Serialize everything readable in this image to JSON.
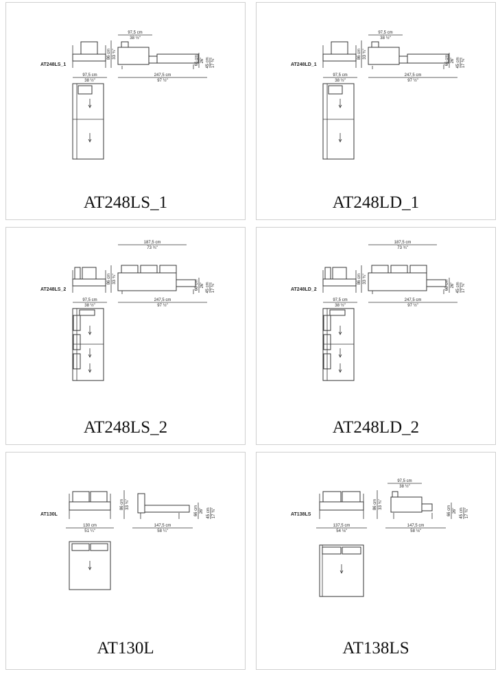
{
  "cards": [
    {
      "title": "AT248LS_1",
      "code": "AT248LS_1",
      "variant": "chaise1",
      "mirror": false,
      "dims": {
        "front_w_cm": "97,5 cm",
        "front_w_in": "38 ½\"",
        "front_h_cm": "86 cm",
        "front_h_in": "33 ¾\"",
        "top_cm": "97,5 cm",
        "top_in": "38 ½\"",
        "side_w_cm": "247,5 cm",
        "side_w_in": "97 ½\"",
        "seat_cm": "66 cm",
        "seat_in": "26\"",
        "low_cm": "45 cm",
        "low_in": "17 ¾\""
      }
    },
    {
      "title": "AT248LD_1",
      "code": "AT248LD_1",
      "variant": "chaise1",
      "mirror": true,
      "dims": {
        "front_w_cm": "97,5 cm",
        "front_w_in": "38 ½\"",
        "front_h_cm": "86 cm",
        "front_h_in": "33 ¾\"",
        "top_cm": "97,5 cm",
        "top_in": "38 ½\"",
        "side_w_cm": "247,5 cm",
        "side_w_in": "97 ½\"",
        "seat_cm": "66 cm",
        "seat_in": "26\"",
        "low_cm": "45 cm",
        "low_in": "17 ¾\""
      }
    },
    {
      "title": "AT248LS_2",
      "code": "AT248LS_2",
      "variant": "chaise2",
      "mirror": false,
      "dims": {
        "front_w_cm": "97,5 cm",
        "front_w_in": "38 ½\"",
        "front_h_cm": "86 cm",
        "front_h_in": "33 ¾\"",
        "top_cm": "187,5 cm",
        "top_in": "73 ¾\"",
        "side_w_cm": "247,5 cm",
        "side_w_in": "97 ½\"",
        "seat_cm": "66 cm",
        "seat_in": "26\"",
        "low_cm": "45 cm",
        "low_in": "17 ¾\""
      }
    },
    {
      "title": "AT248LD_2",
      "code": "AT248LD_2",
      "variant": "chaise2",
      "mirror": true,
      "dims": {
        "front_w_cm": "97,5 cm",
        "front_w_in": "38 ½\"",
        "front_h_cm": "86 cm",
        "front_h_in": "33 ¾\"",
        "top_cm": "187,5 cm",
        "top_in": "73 ¾\"",
        "side_w_cm": "247,5 cm",
        "side_w_in": "97 ½\"",
        "seat_cm": "66 cm",
        "seat_in": "26\"",
        "low_cm": "45 cm",
        "low_in": "17 ¾\""
      }
    },
    {
      "title": "AT130L",
      "code": "AT130L",
      "variant": "sofa",
      "mirror": false,
      "dims": {
        "front_w_cm": "130 cm",
        "front_w_in": "51 ¼\"",
        "front_h_cm": "86 cm",
        "front_h_in": "33 ¾\"",
        "top_cm": "",
        "top_in": "",
        "side_w_cm": "147,5 cm",
        "side_w_in": "58 ¼\"",
        "seat_cm": "66 cm",
        "seat_in": "26\"",
        "low_cm": "45 cm",
        "low_in": "17 ¾\""
      }
    },
    {
      "title": "AT138LS",
      "code": "AT138LS",
      "variant": "sofa-chaise",
      "mirror": false,
      "dims": {
        "front_w_cm": "137,5 cm",
        "front_w_in": "54 ⅛\"",
        "front_h_cm": "86 cm",
        "front_h_in": "33 ¾\"",
        "top_cm": "97,5 cm",
        "top_in": "38 ½\"",
        "side_w_cm": "147,5 cm",
        "side_w_in": "58 ⅛\"",
        "seat_cm": "66 cm",
        "seat_in": "26\"",
        "low_cm": "45 cm",
        "low_in": "17 ¾\""
      }
    }
  ]
}
